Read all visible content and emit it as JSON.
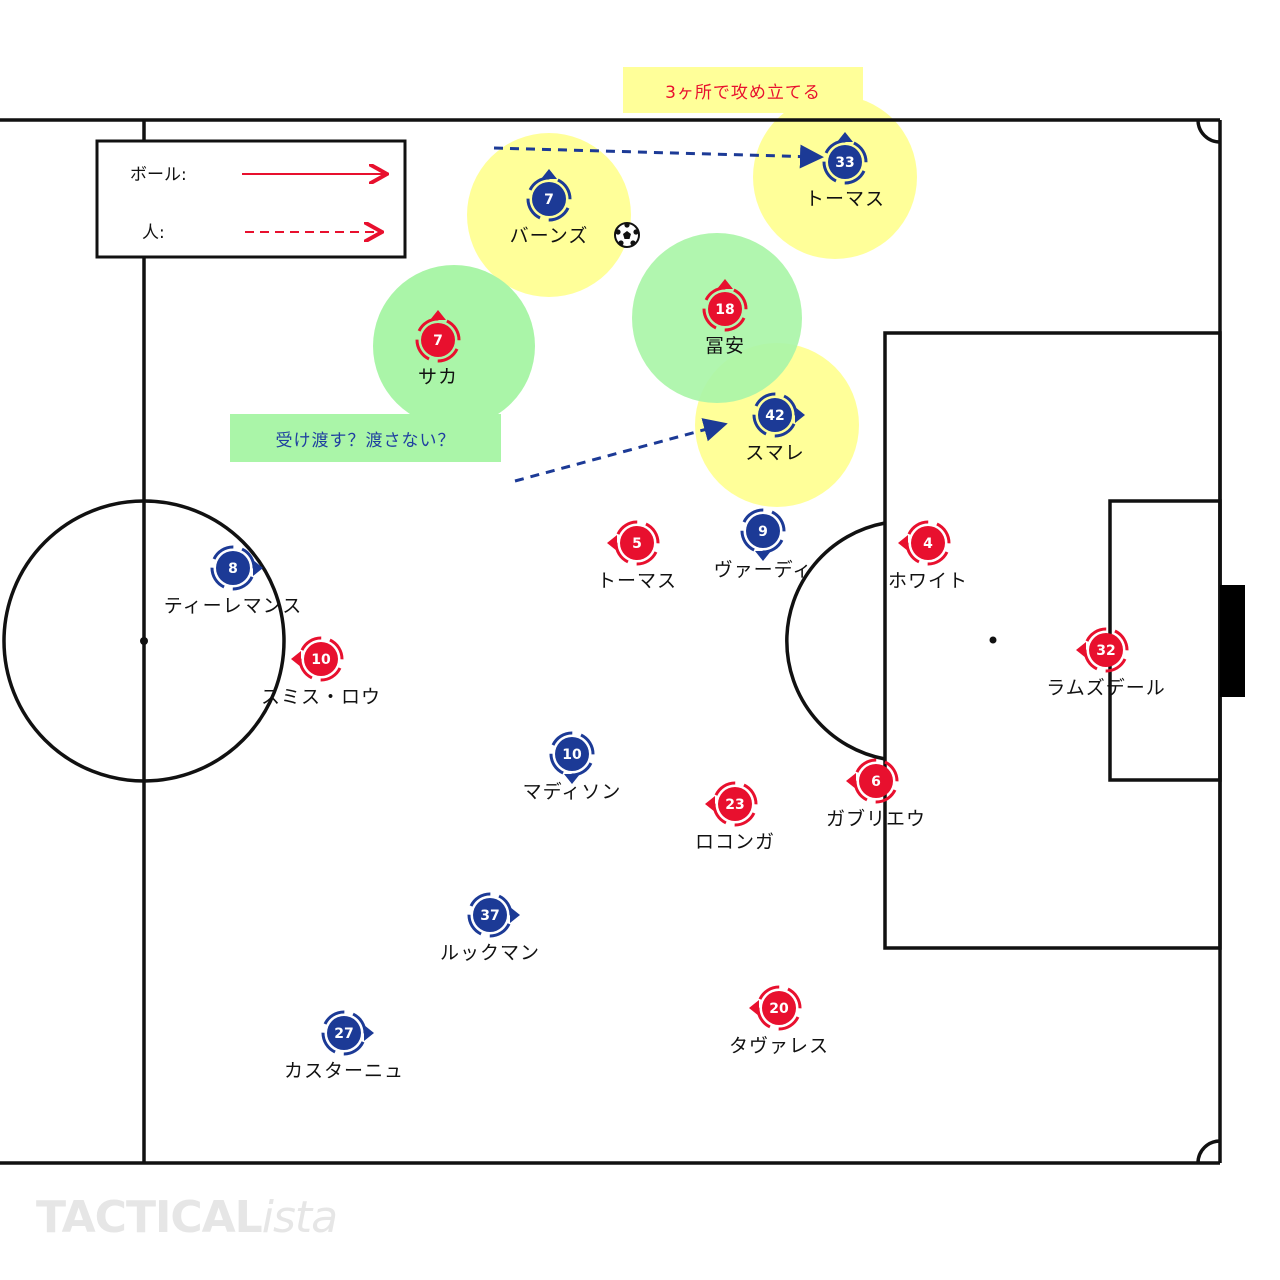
{
  "legend": {
    "ball_label": "ボール:",
    "person_label": "人:"
  },
  "notes": {
    "attack": "3ヶ所で攻め立てる",
    "handover": "受け渡す？渡さない？"
  },
  "brand": {
    "main": "TACTICAL",
    "suffix": "ista"
  },
  "colors": {
    "blue_team": "#1c3a96",
    "red_team": "#e8102e",
    "highlight_yellow": "#ffff99",
    "highlight_green": "#aaf5a8"
  },
  "players": [
    {
      "team": "blue",
      "number": "7",
      "name": "バーンズ",
      "has_ball": true,
      "highlight": "yellow"
    },
    {
      "team": "blue",
      "number": "33",
      "name": "トーマス",
      "highlight": "yellow"
    },
    {
      "team": "blue",
      "number": "42",
      "name": "スマレ",
      "highlight": "yellow"
    },
    {
      "team": "red",
      "number": "7",
      "name": "サカ",
      "highlight": "green"
    },
    {
      "team": "red",
      "number": "18",
      "name": "冨安",
      "highlight": "green"
    },
    {
      "team": "red",
      "number": "5",
      "name": "トーマス"
    },
    {
      "team": "blue",
      "number": "9",
      "name": "ヴァーディ"
    },
    {
      "team": "red",
      "number": "4",
      "name": "ホワイト"
    },
    {
      "team": "blue",
      "number": "8",
      "name": "ティーレマンス"
    },
    {
      "team": "red",
      "number": "10",
      "name": "スミス・ロウ"
    },
    {
      "team": "red",
      "number": "32",
      "name": "ラムズデール"
    },
    {
      "team": "blue",
      "number": "10",
      "name": "マディソン"
    },
    {
      "team": "red",
      "number": "23",
      "name": "ロコンガ"
    },
    {
      "team": "red",
      "number": "6",
      "name": "ガブリエウ"
    },
    {
      "team": "blue",
      "number": "37",
      "name": "ルックマン"
    },
    {
      "team": "red",
      "number": "20",
      "name": "タヴァレス"
    },
    {
      "team": "blue",
      "number": "27",
      "name": "カスターニュ"
    }
  ]
}
